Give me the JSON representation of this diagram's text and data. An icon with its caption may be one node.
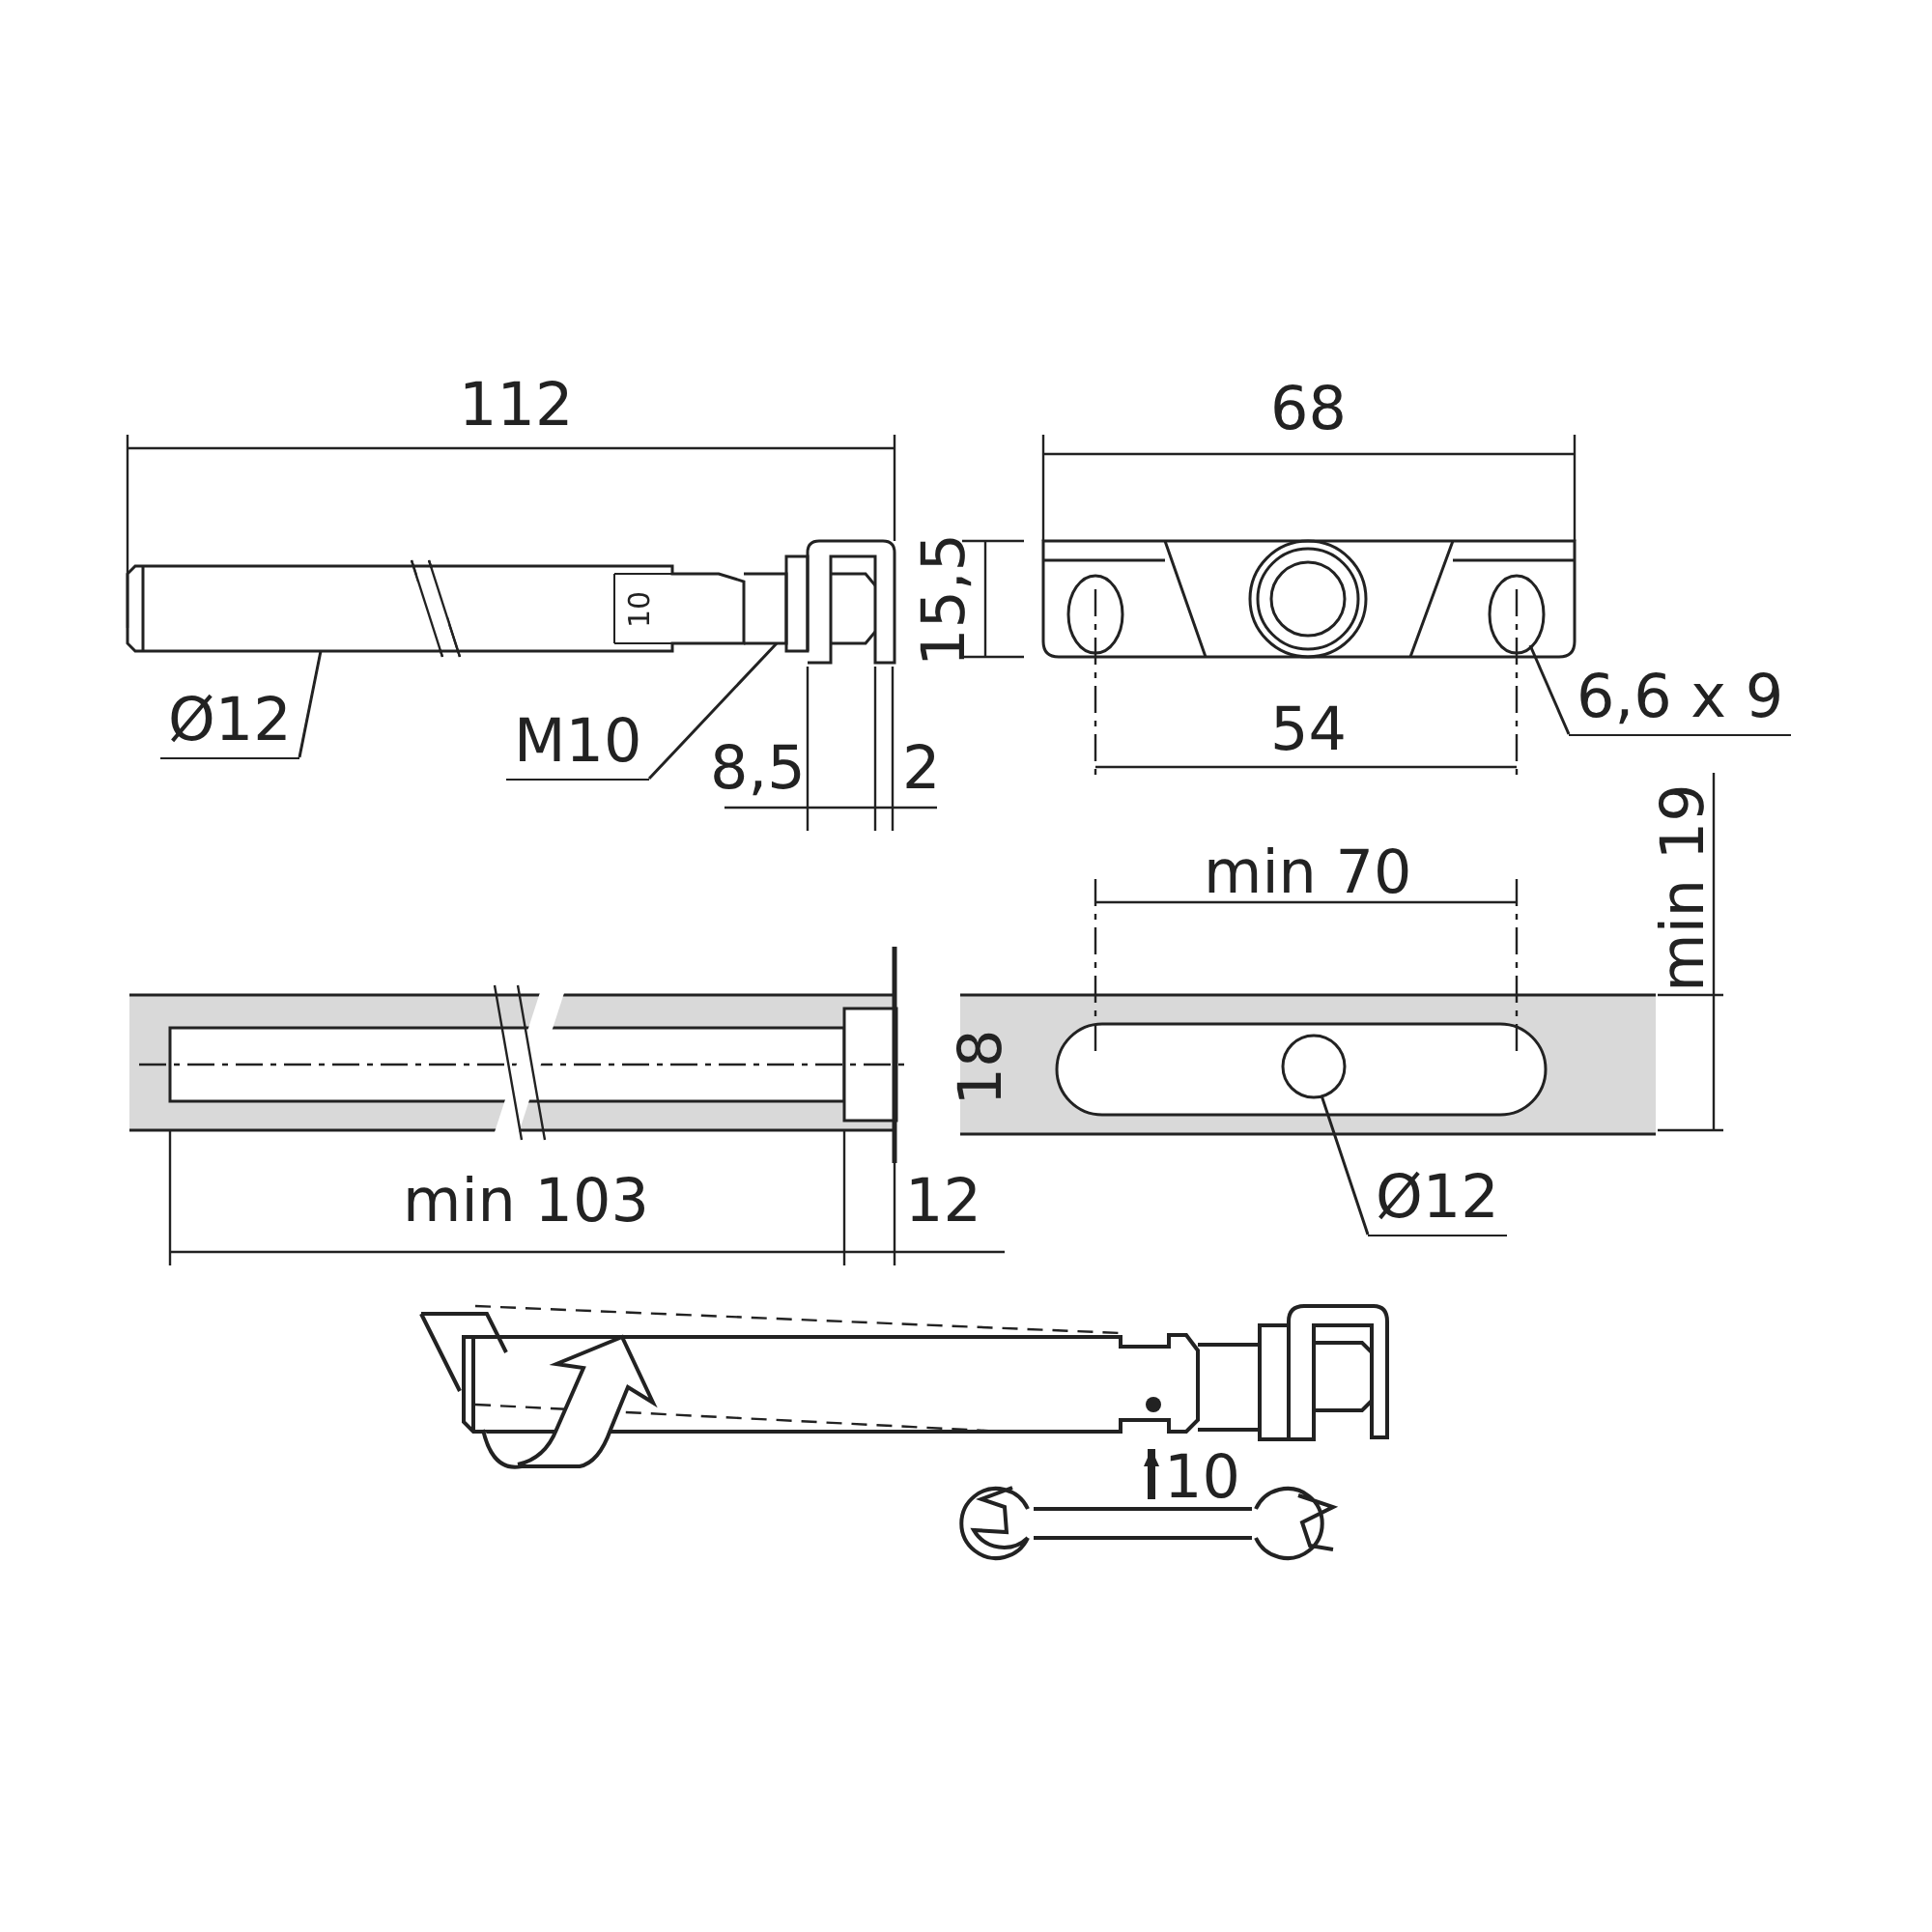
{
  "diagram": {
    "nodes": [
      {
        "text": [
          "Ø12"
        ]
      },
      {
        "text": [
          "M10"
        ]
      },
      {
        "text": [
          "6,6 x 9"
        ]
      },
      {
        "text": [
          "Ø12"
        ]
      }
    ],
    "edges": [
      {
        "from": 0,
        "to": null,
        "arrow": "none"
      },
      {
        "from": 1,
        "to": null,
        "arrow": "none"
      },
      {
        "from": 2,
        "to": null,
        "arrow": "none"
      },
      {
        "from": 3,
        "to": null,
        "arrow": "none"
      }
    ],
    "labels": [
      "112",
      "68",
      "15,5",
      "10",
      "54",
      "8,5",
      "2",
      "min 70",
      "min 19",
      "18",
      "min 103",
      "12",
      "10"
    ]
  }
}
